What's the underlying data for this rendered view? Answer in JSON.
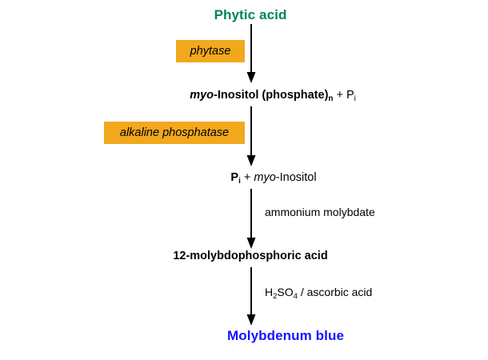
{
  "diagram": {
    "title": "Phytic acid to Molybdenum blue reaction pathway",
    "background_color": "#ffffff",
    "colors": {
      "start_node": "#008457",
      "end_node": "#1414ff",
      "enzyme_box": "#f2a81d",
      "text": "#000000",
      "arrow": "#000000"
    },
    "nodes": {
      "phytic_acid": "Phytic acid",
      "myo_inositol_phosphate": {
        "prefix_italic": "myo",
        "main": "-Inositol (phosphate)",
        "subscript": "n",
        "plus": " + P",
        "plus_subscript": "i",
        "plain_text": "myo-Inositol (phosphate)n + Pi"
      },
      "pi_myo_inositol": {
        "lead": "P",
        "lead_subscript": "i",
        "plus": " + ",
        "italic": "myo",
        "tail": "-Inositol",
        "plain_text": "Pi + myo-Inositol"
      },
      "molybdophosphoric_acid": "12-molybdophosphoric acid",
      "molybdenum_blue": "Molybdenum blue"
    },
    "enzymes": [
      {
        "label": "phytase"
      },
      {
        "label": "alkaline phosphatase"
      }
    ],
    "reagents": [
      {
        "label": "ammonium molybdate",
        "plain_text": "ammonium molybdate"
      },
      {
        "parts": {
          "h": "H",
          "h_sub": "2",
          "so": "SO",
          "so_sub": "4",
          "rest": " / ascorbic acid"
        },
        "plain_text": "H2SO4 / ascorbic acid"
      }
    ]
  }
}
